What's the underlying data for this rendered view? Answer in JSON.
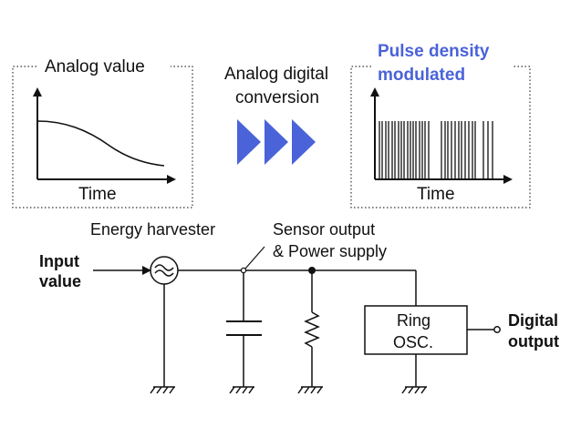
{
  "analog_panel": {
    "title": "Analog value",
    "axis_label": "Time"
  },
  "conversion": {
    "line1": "Analog digital",
    "line2": "conversion",
    "arrow_count": 3
  },
  "pdm_panel": {
    "title_line1": "Pulse density",
    "title_line2": "modulated",
    "axis_label": "Time"
  },
  "circuit": {
    "input_label_line1": "Input",
    "input_label_line2": "value",
    "harvester_label": "Energy harvester",
    "node_label_line1": "Sensor output",
    "node_label_line2": "& Power supply",
    "ring_line1": "Ring",
    "ring_line2": "OSC.",
    "output_label_line1": "Digital",
    "output_label_line2": "output"
  },
  "colors": {
    "accent": "#4a63d8",
    "line": "#111111"
  }
}
